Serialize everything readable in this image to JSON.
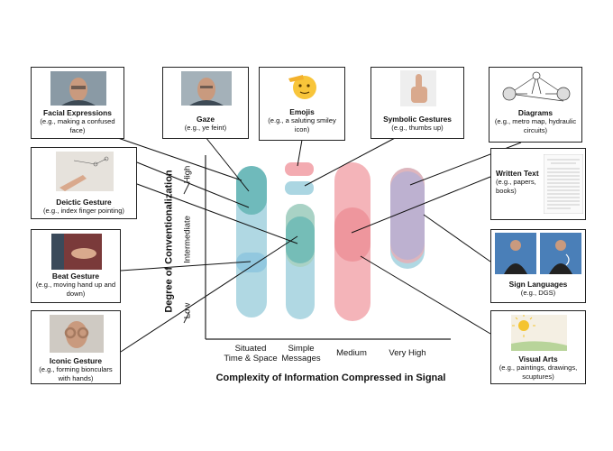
{
  "axes": {
    "x_title": "Complexity of Information Compressed in Signal",
    "y_title": "Degree of Conventionalization",
    "y_ticks": {
      "high": "High",
      "intermediate": "Intermediate",
      "low": "Low"
    },
    "x_ticks": [
      {
        "line1": "Situated",
        "line2": "Time & Space"
      },
      {
        "line1": "Simple",
        "line2": "Messages"
      },
      {
        "line1": "Medium",
        "line2": ""
      },
      {
        "line1": "Very High",
        "line2": ""
      }
    ]
  },
  "cards": {
    "facial": {
      "title": "Facial Expressions",
      "example": "(e.g., making a confused face)"
    },
    "gaze": {
      "title": "Gaze",
      "example": "(e.g., ye feint)"
    },
    "emojis": {
      "title": "Emojis",
      "example": "(e.g., a saluting smiley icon)"
    },
    "symbolic": {
      "title": "Symbolic Gestures",
      "example": "(e.g., thumbs up)"
    },
    "diagrams": {
      "title": "Diagrams",
      "example": "(e.g., metro map, hydraulic circuits)"
    },
    "deictic": {
      "title": "Deictic Gesture",
      "example": "(e.g., index finger pointing)"
    },
    "written": {
      "title": "Written Text",
      "example": "(e.g., papers, books)"
    },
    "beat": {
      "title": "Beat Gesture",
      "example": "(e.g., moving hand up and down)"
    },
    "sign": {
      "title": "Sign Languages",
      "example": "(e.g., DGS)"
    },
    "iconic": {
      "title": "Iconic Gesture",
      "example": "(e.g., forming bionculars with hands)"
    },
    "visual": {
      "title": "Visual Arts",
      "example": "(e.g., paintings, drawings, scuptures)"
    }
  },
  "colors": {
    "blue": "#a7d4e0",
    "teal": "#5fb3b0",
    "green": "#a8d1bd",
    "pink": "#f2a7ad",
    "red": "#ec8f96",
    "purple": "#b7b0d3"
  }
}
